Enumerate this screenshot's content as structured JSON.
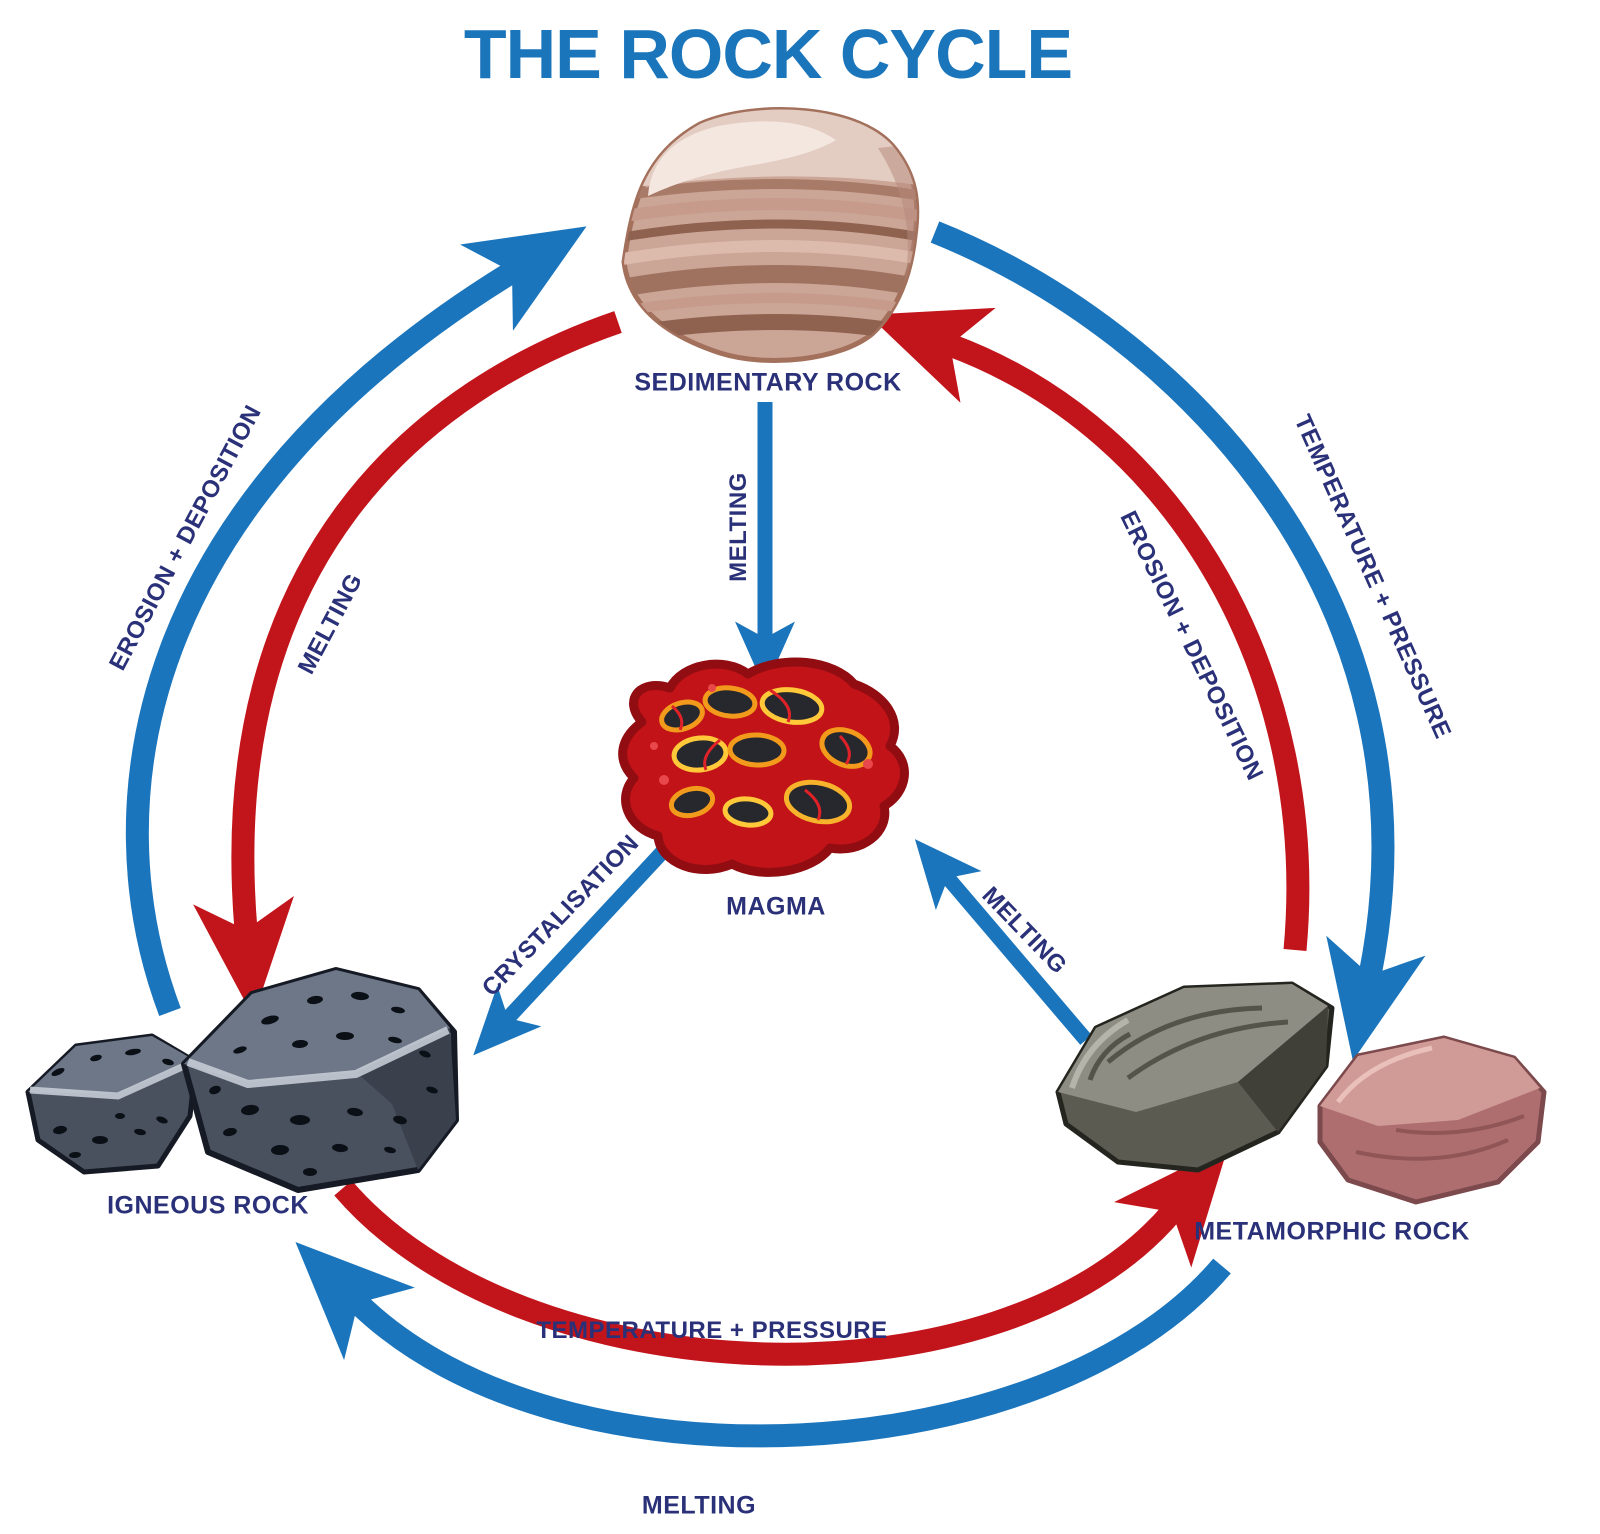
{
  "title": "THE ROCK CYCLE",
  "colors": {
    "title_blue": "#1B75BB",
    "arrow_blue": "#1B75BC",
    "arrow_red": "#C2151B",
    "label_navy": "#2A3178"
  },
  "nodes": {
    "sedimentary": {
      "label": "SEDIMENTARY ROCK"
    },
    "magma": {
      "label": "MAGMA"
    },
    "igneous": {
      "label": "IGNEOUS ROCK"
    },
    "metamorphic": {
      "label": "METAMORPHIC ROCK"
    }
  },
  "processes": {
    "erosion_deposition_left": "EROSION + DEPOSITION",
    "melting_left": "MELTING",
    "temperature_pressure_right": "TEMPERATURE + PRESSURE",
    "erosion_deposition_right": "EROSION + DEPOSITION",
    "temperature_pressure_bottom": "TEMPERATURE + PRESSURE",
    "melting_bottom": "MELTING",
    "melting_sedimentary_to_magma": "MELTING",
    "crystallisation": "CRYSTALISATION",
    "melting_metamorphic_to_magma": "MELTING"
  }
}
